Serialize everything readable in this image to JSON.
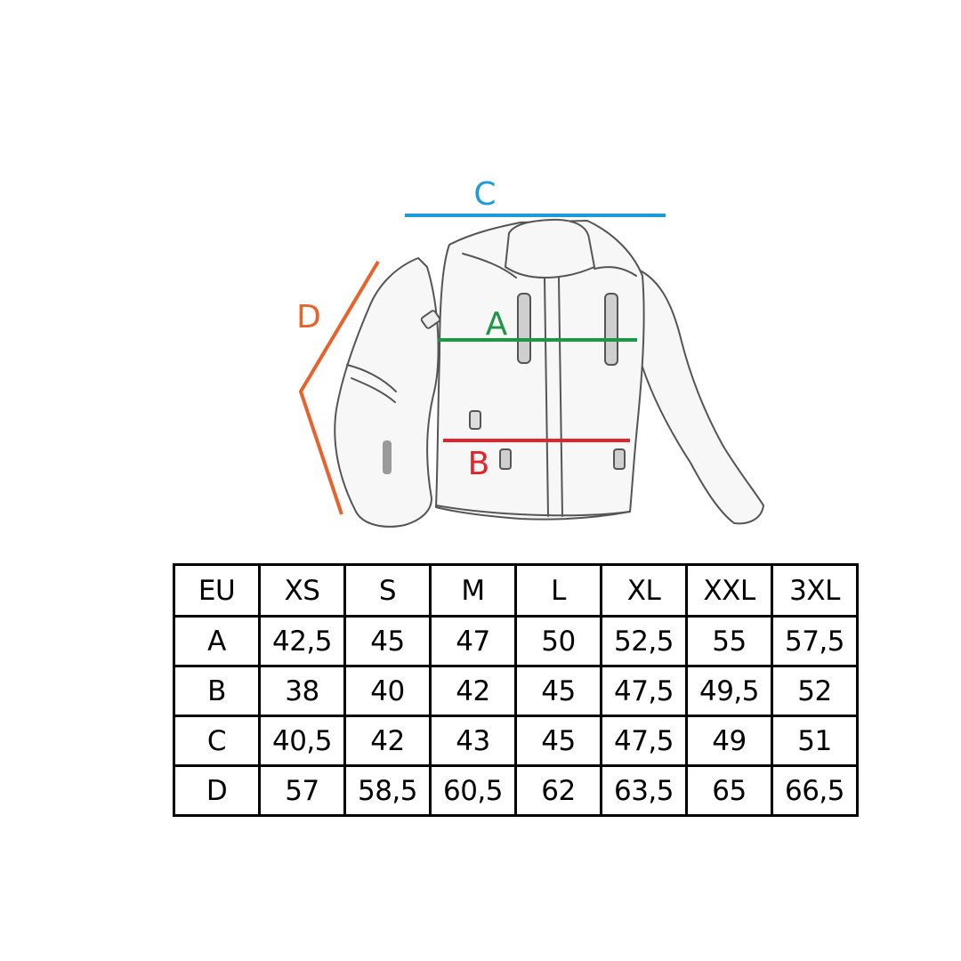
{
  "diagram": {
    "labels": {
      "a": "A",
      "b": "B",
      "c": "C",
      "d": "D"
    },
    "colors": {
      "a": "#1e9645",
      "b": "#e0242c",
      "c": "#1a9bdc",
      "d": "#e8622c",
      "sketch": "#555555"
    },
    "subject": "jacket-sketch"
  },
  "size_table": {
    "header": [
      "EU",
      "XS",
      "S",
      "M",
      "L",
      "XL",
      "XXL",
      "3XL"
    ],
    "rows": [
      [
        "A",
        "42,5",
        "45",
        "47",
        "50",
        "52,5",
        "55",
        "57,5"
      ],
      [
        "B",
        "38",
        "40",
        "42",
        "45",
        "47,5",
        "49,5",
        "52"
      ],
      [
        "C",
        "40,5",
        "42",
        "43",
        "45",
        "47,5",
        "49",
        "51"
      ],
      [
        "D",
        "57",
        "58,5",
        "60,5",
        "62",
        "63,5",
        "65",
        "66,5"
      ]
    ]
  }
}
